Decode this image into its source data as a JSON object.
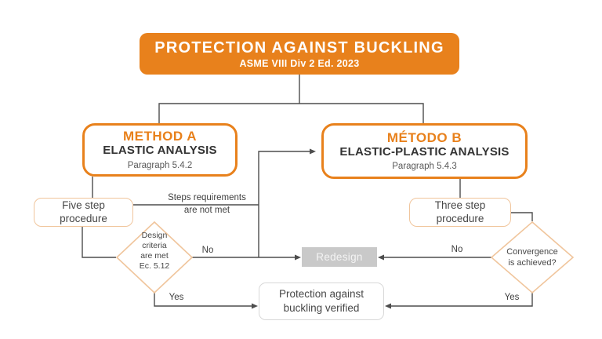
{
  "palette": {
    "orange": "#E8811C",
    "light_orange": "#F0C59C",
    "dark_text": "#3D3D3D",
    "muted_text": "#595959",
    "line": "#4D4D4D",
    "redesign_bg": "#C9C9C9",
    "redesign_text": "#F4F4F4",
    "verified_border": "#D8D8D8"
  },
  "nodes": {
    "title": {
      "heading": "PROTECTION AGAINST BUCKLING",
      "subheading": "ASME VIII Div 2 Ed. 2023"
    },
    "method_a": {
      "title": "METHOD A",
      "subtitle": "ELASTIC ANALYSIS",
      "reference": "Paragraph 5.4.2"
    },
    "method_b": {
      "title": "MÉTODO B",
      "subtitle": "ELASTIC-PLASTIC ANALYSIS",
      "reference": "Paragraph 5.4.3"
    },
    "five_step": {
      "label": "Five step\nprocedure"
    },
    "three_step": {
      "label": "Three step\nprocedure"
    },
    "design_diamond": {
      "label": "Design\ncriteria\nare met\nEc. 5.12"
    },
    "convergence_diamond": {
      "label": "Convergence\nis achieved?"
    },
    "redesign": {
      "label": "Redesign"
    },
    "verified": {
      "label": "Protection against\nbuckling verified"
    }
  },
  "edge_labels": {
    "steps_not_met": "Steps requirements\nare not met",
    "no_left": "No",
    "no_right": "No",
    "yes_left": "Yes",
    "yes_right": "Yes"
  }
}
